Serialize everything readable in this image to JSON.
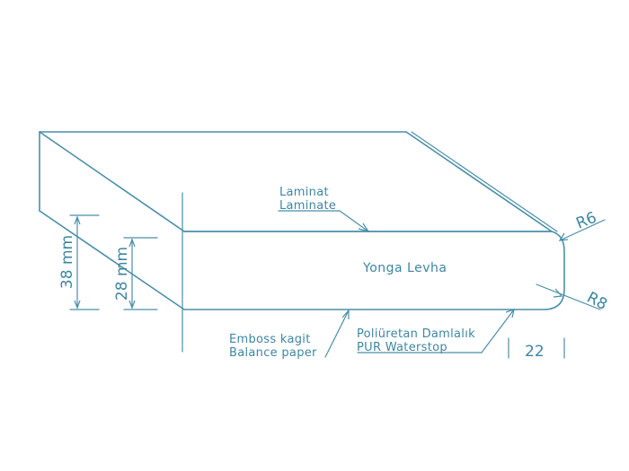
{
  "labels": {
    "laminat_tr": "Laminat",
    "laminat_en": "Laminate",
    "core": "Yonga Levha",
    "emboss_tr": "Emboss kagit",
    "emboss_en": "Balance paper",
    "pur_tr": "Poliüretan Damlalık",
    "pur_en": "PUR Waterstop"
  },
  "dimensions": {
    "outer": "38 mm",
    "inner": "28 mm",
    "radius_top": "R6",
    "radius_bottom": "R8",
    "drip": "22"
  },
  "colors": {
    "line": "#4a8fa8",
    "text": "#3d86a1",
    "background": "#ffffff"
  }
}
